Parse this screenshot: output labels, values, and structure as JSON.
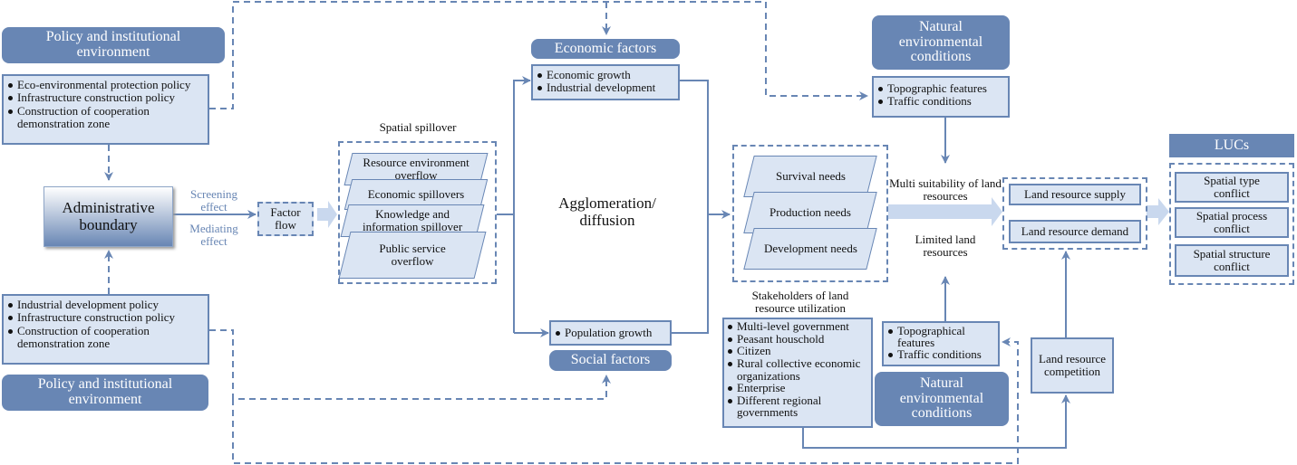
{
  "policy_top": {
    "title": "Policy and institutional environment",
    "items": [
      "Eco-environmental protection policy",
      "Infrastructure construction policy",
      "Construction of cooperation demonstration zone"
    ]
  },
  "policy_bottom": {
    "title": "Policy and institutional environment",
    "items": [
      "Industrial development policy",
      "Infrastructure construction policy",
      "Construction of cooperation demonstration zone"
    ]
  },
  "admin_boundary": "Administrative boundary",
  "screening_effect": "Screening effect",
  "mediating_effect": "Mediating effect",
  "factor_flow": "Factor flow",
  "spatial_spillover": {
    "title": "Spatial spillover",
    "items": [
      "Resource environment overflow",
      "Economic spillovers",
      "Knowledge and information spillover",
      "Public service overflow"
    ]
  },
  "economic_factors": {
    "title": "Economic factors",
    "items": [
      "Economic growth",
      "Industrial development"
    ]
  },
  "agglomeration": "Agglomeration/ diffusion",
  "social_factors": {
    "title": "Social factors",
    "items": [
      "Population growth"
    ]
  },
  "needs": [
    "Survival needs",
    "Production needs",
    "Development needs"
  ],
  "natural_top": {
    "title": "Natural environmental conditions",
    "items": [
      "Topographic features",
      "Traffic conditions"
    ]
  },
  "natural_bottom": {
    "title": "Natural environmental conditions",
    "items": [
      "Topographical features",
      "Traffic conditions"
    ]
  },
  "multi_suitability": "Multi suitability of land resources",
  "limited_land": "Limited land resources",
  "land_supply": "Land resource supply",
  "land_demand": "Land resource demand",
  "stakeholders": {
    "title": "Stakeholders of land resource utilization",
    "items": [
      "Multi-level government",
      "Peasant houschold",
      "Citizen",
      "Rural collective economic organizations",
      "Enterprise",
      "Different regional governments"
    ]
  },
  "land_competition": "Land resource competition",
  "lucs": {
    "title": "LUCs",
    "items": [
      "Spatial type conflict",
      "Spatial process conflict",
      "Spatial structure conflict"
    ]
  },
  "colors": {
    "accent": "#6886b4",
    "fill": "#dbe5f3",
    "arrow_fill": "#c9d8ee"
  }
}
